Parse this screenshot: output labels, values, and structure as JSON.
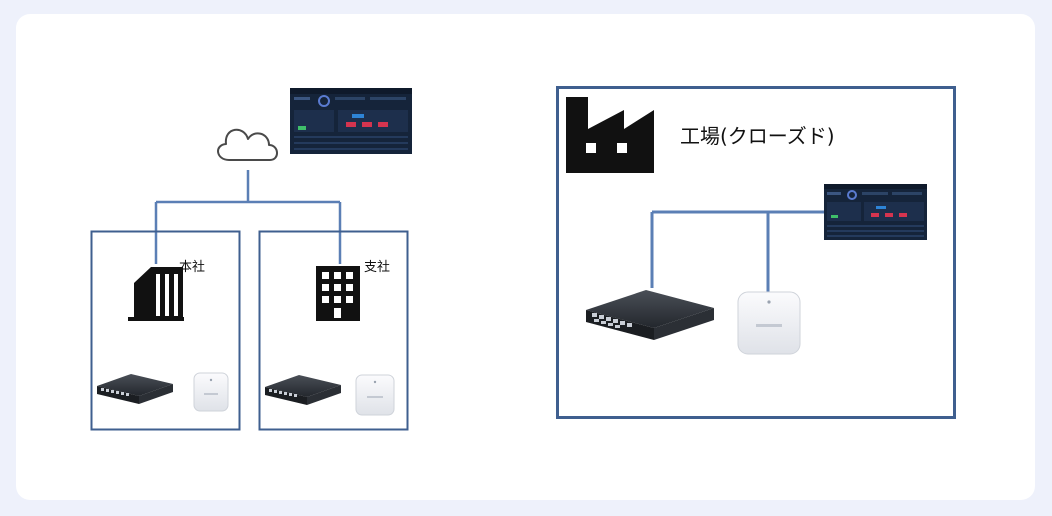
{
  "sites": {
    "honsha": {
      "label": "本社"
    },
    "shisha": {
      "label": "支社"
    },
    "factory": {
      "label": "工場(クローズド)"
    }
  },
  "icons": {
    "cloud": "cloud-icon",
    "hq_building": "office-building-icon",
    "branch_building": "apartment-building-icon",
    "factory": "factory-icon",
    "switch": "network-switch-icon",
    "access_point": "wireless-access-point-icon",
    "dashboard": "management-dashboard-screen"
  },
  "colors": {
    "background": "#eef1fb",
    "card": "#ffffff",
    "border": "#3f5f8f",
    "line": "#5b7fb5",
    "dashboard_bg": "#15243a"
  }
}
